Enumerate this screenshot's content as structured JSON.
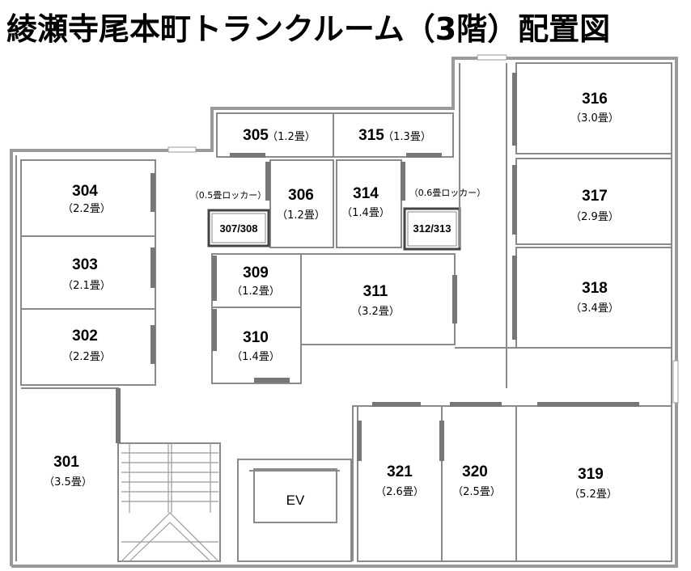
{
  "title": "綾瀬寺尾本町トランクルーム（3階）配置図",
  "units": {
    "r301": {
      "number": "301",
      "size": "（3.5畳）"
    },
    "r302": {
      "number": "302",
      "size": "（2.2畳）"
    },
    "r303": {
      "number": "303",
      "size": "（2.1畳）"
    },
    "r304": {
      "number": "304",
      "size": "（2.2畳）"
    },
    "r305": {
      "number": "305",
      "size": "（1.2畳）"
    },
    "r306": {
      "number": "306",
      "size": "（1.2畳）"
    },
    "r307_308": {
      "number": "307/308",
      "size": "（0.5畳ロッカー）"
    },
    "r309": {
      "number": "309",
      "size": "（1.2畳）"
    },
    "r310": {
      "number": "310",
      "size": "（1.4畳）"
    },
    "r311": {
      "number": "311",
      "size": "（3.2畳）"
    },
    "r312_313": {
      "number": "312/313",
      "size": "（0.6畳ロッカー）"
    },
    "r314": {
      "number": "314",
      "size": "（1.4畳）"
    },
    "r315": {
      "number": "315",
      "size": "（1.3畳）"
    },
    "r316": {
      "number": "316",
      "size": "（3.0畳）"
    },
    "r317": {
      "number": "317",
      "size": "（2.9畳）"
    },
    "r318": {
      "number": "318",
      "size": "（3.4畳）"
    },
    "r319": {
      "number": "319",
      "size": "（5.2畳）"
    },
    "r320": {
      "number": "320",
      "size": "（2.5畳）"
    },
    "r321": {
      "number": "321",
      "size": "（2.6畳）"
    }
  },
  "elevator": {
    "label": "EV"
  }
}
